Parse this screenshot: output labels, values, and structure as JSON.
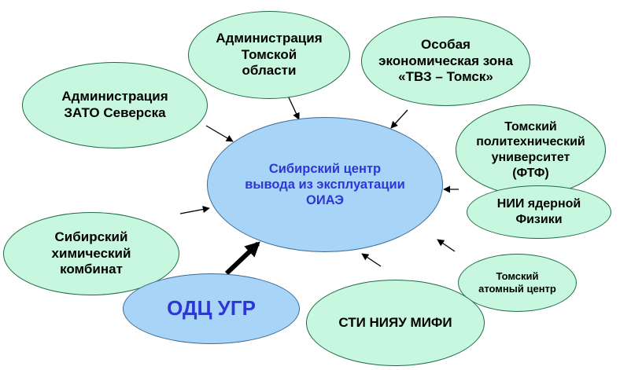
{
  "center": {
    "label": "Сибирский  центр\nвывода из эксплуатации\nОИАЭ",
    "text_color": "#2d36d6"
  },
  "nodes": {
    "admin_zato": "Администрация\nЗАТО Северска",
    "admin_tomsk_region": "Администрация\nТомской\nобласти",
    "sez_tvz": "Особая\nэкономическая зона\n«ТВЗ – Томск»",
    "tpu": "Томский\nполитехнический\nуниверситет\n(ФТФ)",
    "nii_nuclear": "НИИ  ядерной\nФизики",
    "tomsk_atomic": "Томский\nатомный центр",
    "sti_niyau": "СТИ  НИЯУ  МИФИ",
    "odc_ugr": "ОДЦ УГР",
    "skhk": "Сибирский\nхимический\nкомбинат"
  },
  "colors": {
    "green_fill": "#c8f7df",
    "green_border": "#1f6b44",
    "blue_fill": "#a8d4f7",
    "blue_border": "#3a6a94",
    "odc_text": "#2d36d6",
    "arrow": "#000000"
  }
}
